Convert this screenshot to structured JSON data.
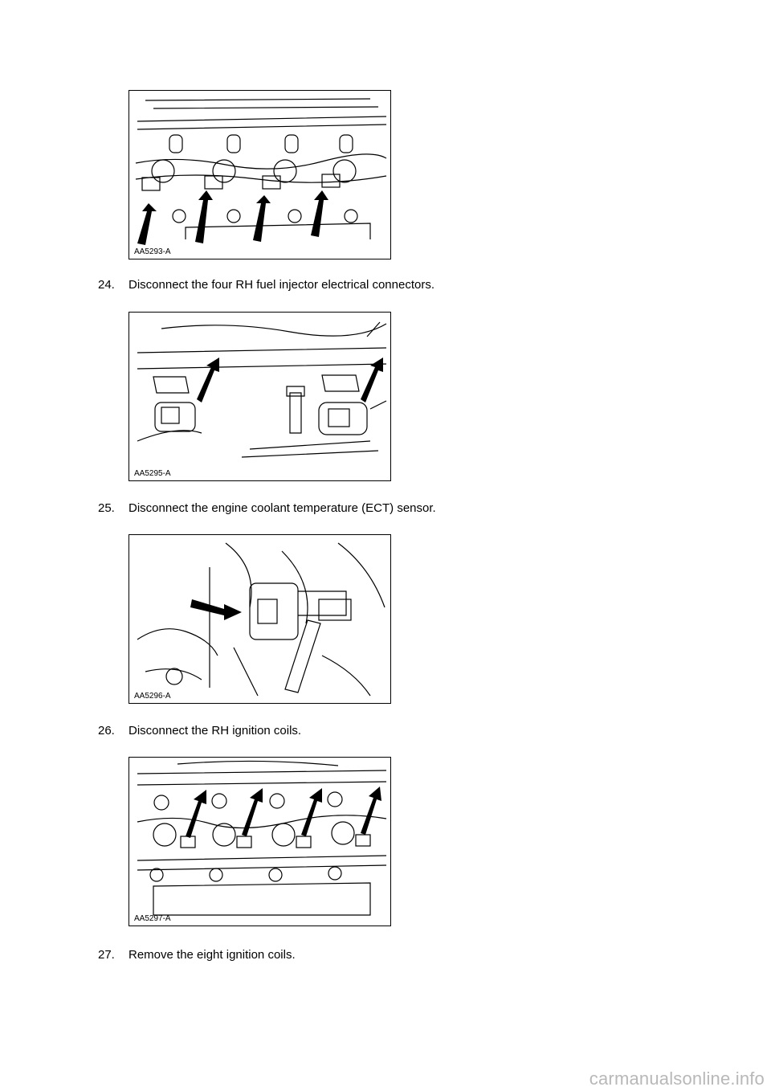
{
  "figures": [
    {
      "label": "AA5293-A"
    },
    {
      "label": "AA5295-A"
    },
    {
      "label": "AA5296-A"
    },
    {
      "label": "AA5297-A"
    }
  ],
  "steps": [
    {
      "number": "24.",
      "text": "Disconnect the four RH fuel injector electrical connectors."
    },
    {
      "number": "25.",
      "text": "Disconnect the engine coolant temperature (ECT) sensor."
    },
    {
      "number": "26.",
      "text": "Disconnect the RH ignition coils."
    },
    {
      "number": "27.",
      "text": "Remove the eight ignition coils."
    }
  ],
  "watermark": "carmanualsonline.info"
}
